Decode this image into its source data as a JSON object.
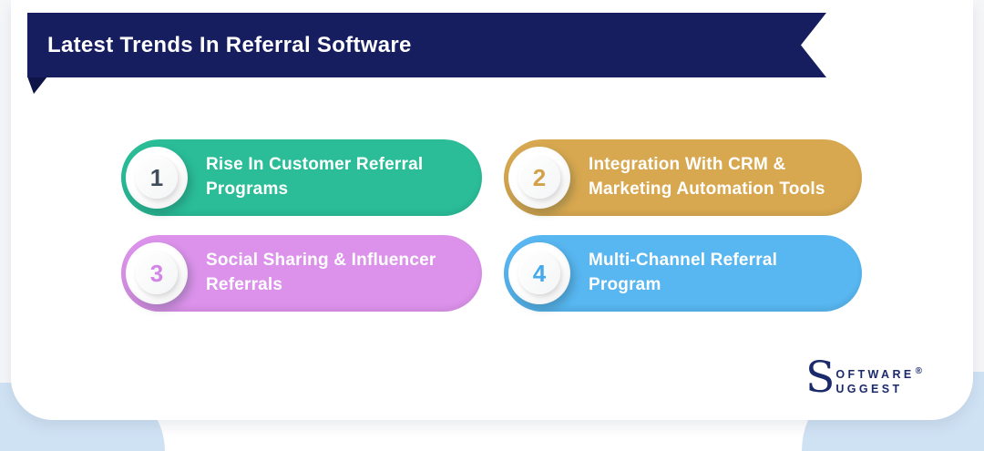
{
  "banner": {
    "title": "Latest Trends In Referral Software"
  },
  "trends": [
    {
      "number": "1",
      "label": "Rise In Customer Referral Programs",
      "pill_color": "#2ABD98",
      "number_color": "#3F4E5A"
    },
    {
      "number": "2",
      "label": "Integration With CRM & Marketing Automation Tools",
      "pill_color": "#D8A850",
      "number_color": "#D2A14B"
    },
    {
      "number": "3",
      "label": "Social Sharing & Influencer Referrals",
      "pill_color": "#DC92EB",
      "number_color": "#D287E4"
    },
    {
      "number": "4",
      "label": "Multi-Channel Referral Program",
      "pill_color": "#58B6F0",
      "number_color": "#45A9EC"
    }
  ],
  "logo": {
    "initial": "S",
    "line1": "OFTWARE",
    "registered": "®",
    "line2": "UGGEST"
  },
  "colors": {
    "ribbon": "#171E5F",
    "ribbon_fold": "#0E1447",
    "card": "#FFFFFF",
    "background": "#F5F6F8",
    "decor_blob": "#CFE2F4",
    "pill_text": "#FFFFFF",
    "logo_text": "#1B2A6B"
  }
}
